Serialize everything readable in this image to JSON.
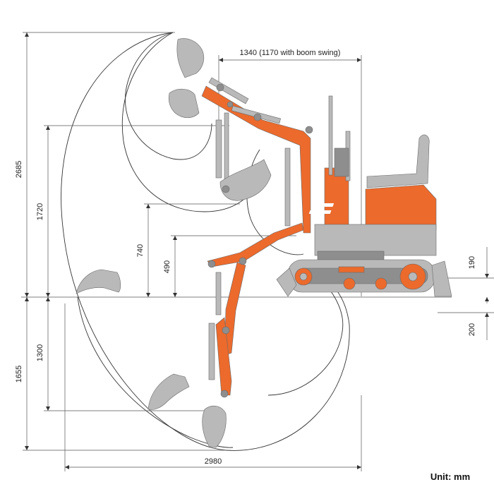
{
  "diagram": {
    "unit_label": "Unit: mm",
    "dimensions": {
      "top_width": "1340 (1170 with boom swing)",
      "max_dig_height": "2685",
      "max_dump_height": "1720",
      "dump_height_b": "740",
      "blade_lift": "490",
      "ground_clearance": "190",
      "blade_depth": "200",
      "max_dig_depth": "1655",
      "vertical_dig_depth": "1300",
      "max_reach": "2980"
    },
    "colors": {
      "machine_orange": "#ec6a2c",
      "metal_grey": "#b9b9b9",
      "dark_grey": "#8e8e8e",
      "lines": "#333333"
    }
  }
}
